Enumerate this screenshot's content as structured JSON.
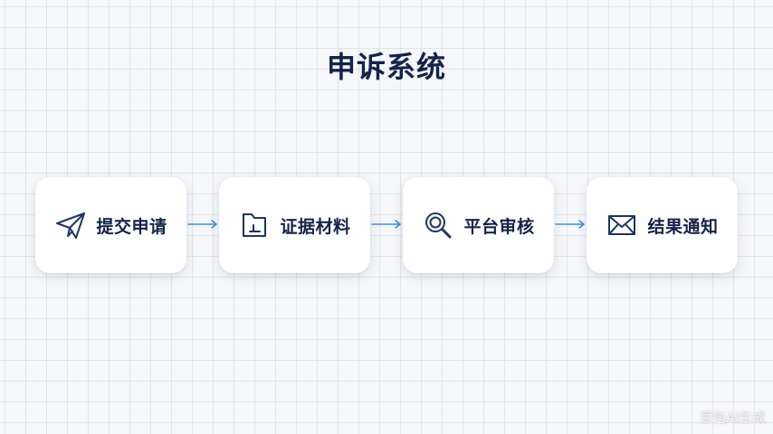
{
  "title": "申诉系统",
  "steps": [
    {
      "label": "提交申请",
      "icon": "paper-plane-icon"
    },
    {
      "label": "证据材料",
      "icon": "folder-document-icon"
    },
    {
      "label": "平台审核",
      "icon": "magnifier-icon"
    },
    {
      "label": "结果通知",
      "icon": "envelope-icon"
    }
  ],
  "watermark": "豆包AI生成",
  "colors": {
    "title": "#13244a",
    "icon": "#1e3563",
    "arrow": "#3a8fe0",
    "card": "#ffffff",
    "background": "#f6f7f9"
  }
}
